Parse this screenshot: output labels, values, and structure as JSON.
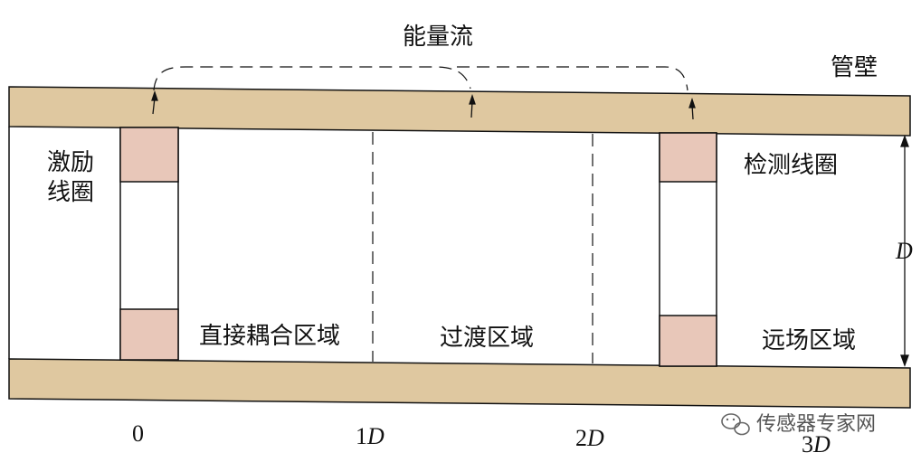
{
  "labels": {
    "energy_flow": "能量流",
    "pipe_wall": "管壁",
    "excitation_coil_line1": "激励",
    "excitation_coil_line2": "线圈",
    "detection_coil": "检测线圈",
    "diameter": "D",
    "direct_coupling_zone": "直接耦合区域",
    "transition_zone": "过渡区域",
    "far_field_zone": "远场区域"
  },
  "axis": {
    "tick_0": "0",
    "tick_1_num": "1",
    "tick_1_unit": "D",
    "tick_2_num": "2",
    "tick_2_unit": "D",
    "tick_3_num": "3",
    "tick_3_unit": "D"
  },
  "watermark": {
    "text": "传感器专家网",
    "icon": "wechat-icon"
  },
  "colors": {
    "pipe_wall": "#dfc8a0",
    "coil": "#e8c7b9",
    "stroke": "#111111"
  }
}
